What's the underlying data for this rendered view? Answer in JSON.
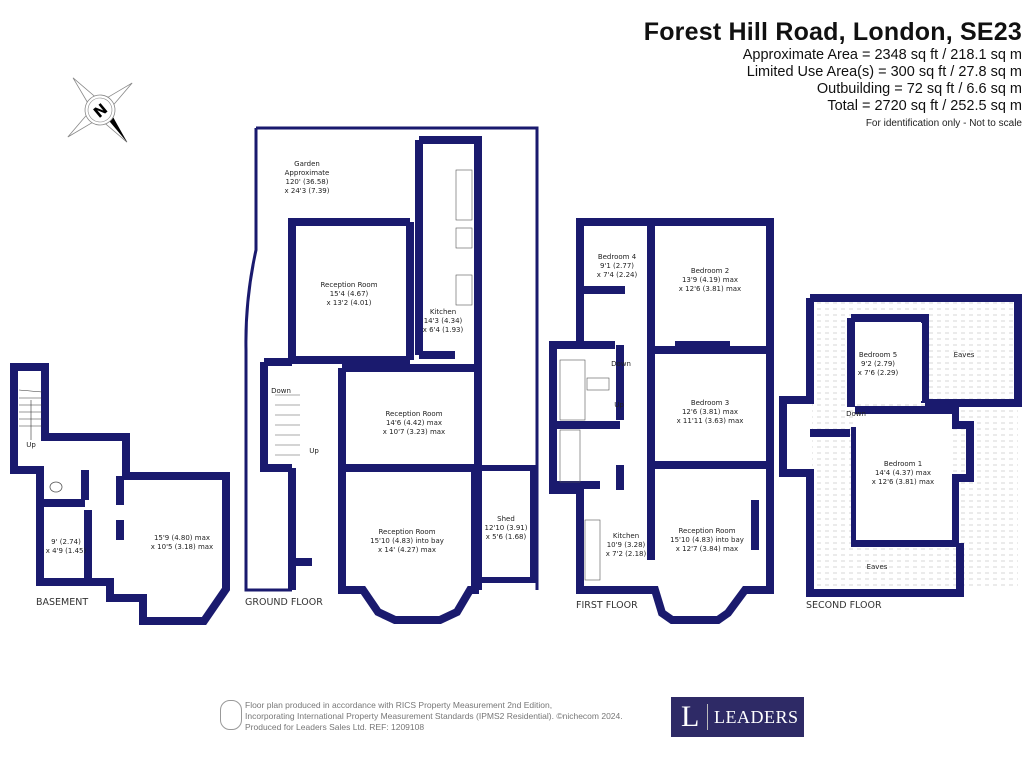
{
  "header": {
    "title": "Forest Hill Road, London, SE23",
    "areas": [
      "Approximate Area = 2348 sq ft / 218.1 sq m",
      "Limited Use Area(s) = 300 sq ft / 27.8 sq m",
      "Outbuilding = 72 sq ft / 6.6 sq m",
      "Total = 2720 sq ft / 252.5 sq m"
    ],
    "note": "For identification only - Not to scale"
  },
  "compass": {
    "label": "N"
  },
  "floors": {
    "basement": {
      "label": "BASEMENT",
      "rooms": [
        {
          "name": "",
          "dims": [
            "9' (2.74)",
            "x 4'9 (1.45)"
          ]
        },
        {
          "name": "",
          "dims": [
            "15'9 (4.80) max",
            "x 10'5 (3.18) max"
          ]
        }
      ],
      "stairs": "Up"
    },
    "ground": {
      "label": "GROUND FLOOR",
      "rooms": [
        {
          "name": "Garden",
          "dims": [
            "Approximate",
            "120' (36.58)",
            "x 24'3 (7.39)"
          ]
        },
        {
          "name": "Reception Room",
          "dims": [
            "15'4 (4.67)",
            "x 13'2 (4.01)"
          ]
        },
        {
          "name": "Kitchen",
          "dims": [
            "14'3 (4.34)",
            "x 6'4 (1.93)"
          ]
        },
        {
          "name": "Reception Room",
          "dims": [
            "14'6 (4.42) max",
            "x 10'7 (3.23) max"
          ]
        },
        {
          "name": "Reception Room",
          "dims": [
            "15'10 (4.83) into bay",
            "x 14' (4.27) max"
          ]
        },
        {
          "name": "Shed",
          "dims": [
            "12'10 (3.91)",
            "x 5'6 (1.68)"
          ]
        }
      ],
      "stairs_down": "Down",
      "stairs_up": "Up"
    },
    "first": {
      "label": "FIRST FLOOR",
      "rooms": [
        {
          "name": "Bedroom 4",
          "dims": [
            "9'1 (2.77)",
            "x 7'4 (2.24)"
          ]
        },
        {
          "name": "Bedroom 2",
          "dims": [
            "13'9 (4.19) max",
            "x 12'6 (3.81) max"
          ]
        },
        {
          "name": "Bedroom 3",
          "dims": [
            "12'6 (3.81) max",
            "x 11'11 (3.63) max"
          ]
        },
        {
          "name": "Kitchen",
          "dims": [
            "10'9 (3.28)",
            "x 7'2 (2.18)"
          ]
        },
        {
          "name": "Reception Room",
          "dims": [
            "15'10 (4.83) into bay",
            "x 12'7 (3.84) max"
          ]
        }
      ],
      "stairs_down": "Down",
      "stairs_up": "Up"
    },
    "second": {
      "label": "SECOND FLOOR",
      "rooms": [
        {
          "name": "Bedroom 5",
          "dims": [
            "9'2 (2.79)",
            "x 7'6 (2.29)"
          ]
        },
        {
          "name": "Eaves",
          "dims": []
        },
        {
          "name": "Bedroom 1",
          "dims": [
            "14'4 (4.37) max",
            "x 12'6 (3.81) max"
          ]
        },
        {
          "name": "Eaves",
          "dims": []
        }
      ],
      "stairs_down": "Down"
    }
  },
  "footer": {
    "lines": [
      "Floor plan produced in accordance with RICS Property Measurement 2nd Edition,",
      "Incorporating International Property Measurement Standards (IPMS2 Residential).   ©nichecom 2024.",
      "Produced for Leaders Sales Ltd.   REF:  1209108"
    ],
    "logo_letter": "L",
    "logo_name": "LEADERS"
  },
  "colors": {
    "wall": "#1a1a6e",
    "logo_bg": "#2e2a66"
  }
}
